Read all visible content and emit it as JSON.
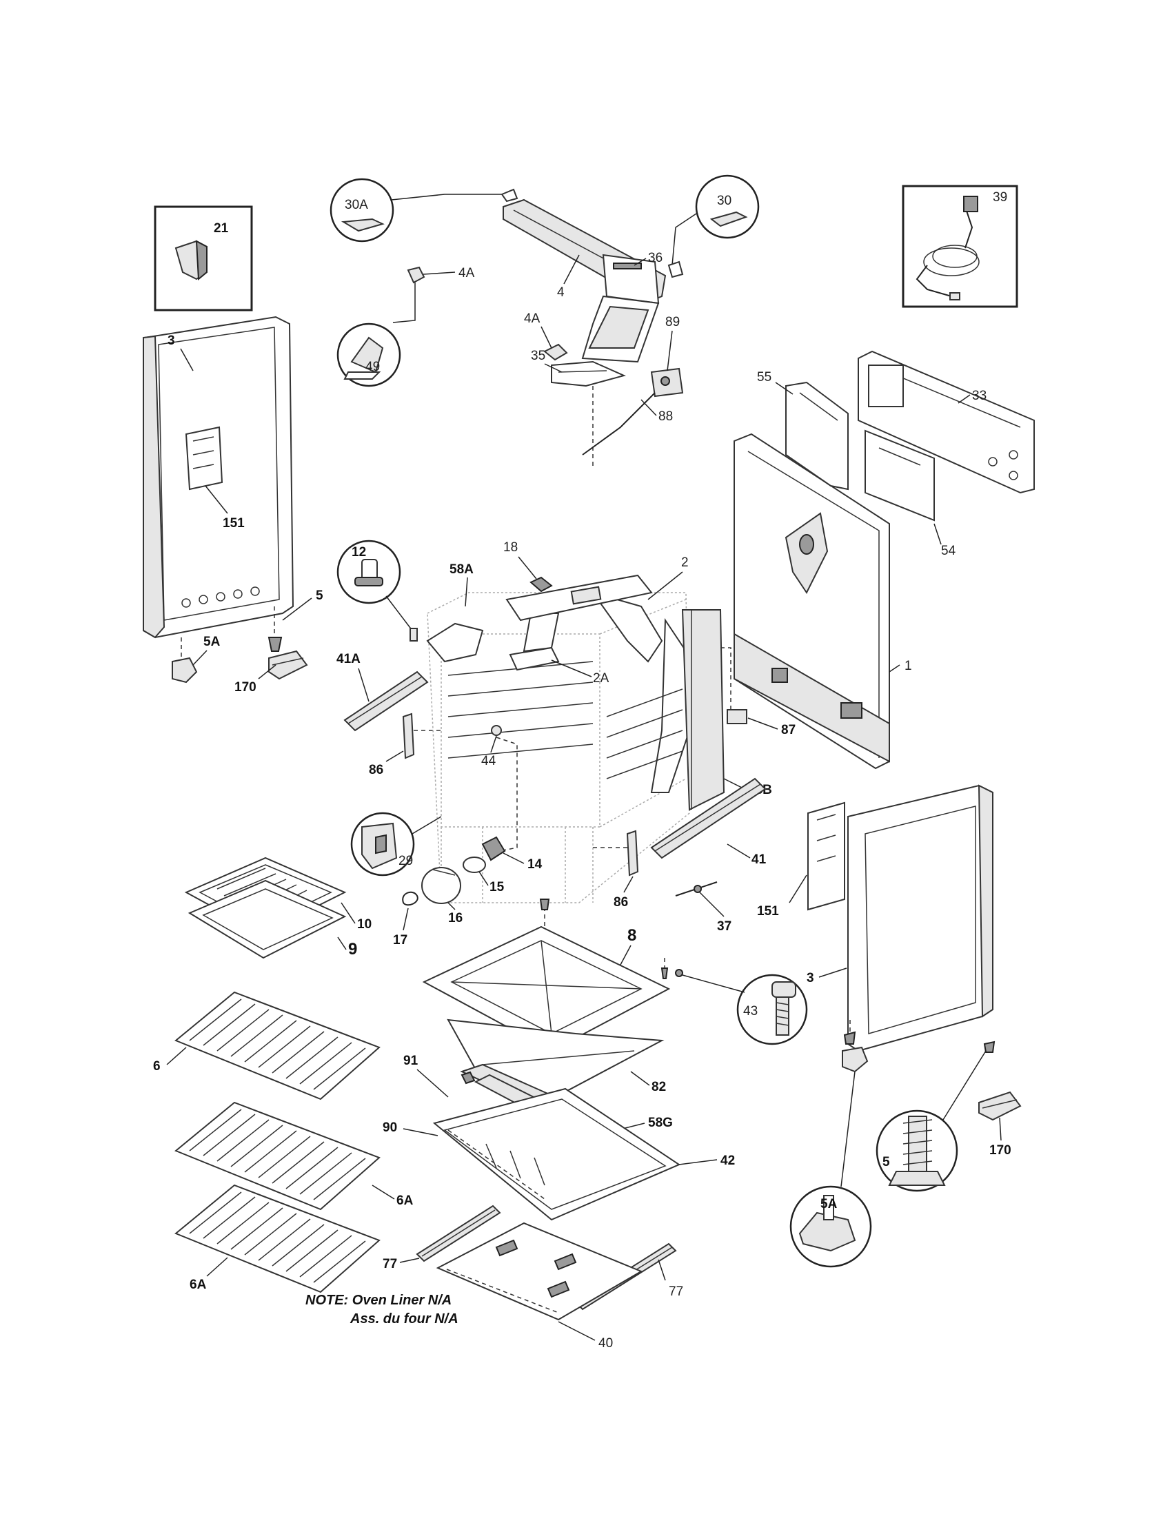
{
  "parts": {
    "p1": "1",
    "p2": "2",
    "p2A": "2A",
    "p3_left": "3",
    "p3_right": "3",
    "p4": "4",
    "p4A_top": "4A",
    "p4A_mid": "4A",
    "p5_left": "5",
    "p5_right": "5",
    "p5A_left": "5A",
    "p5A_right": "5A",
    "p6": "6",
    "p6A_a": "6A",
    "p6A_b": "6A",
    "p8": "8",
    "p9": "9",
    "p10": "10",
    "p12": "12",
    "p14": "14",
    "p15": "15",
    "p16": "16",
    "p17": "17",
    "p18": "18",
    "p21": "21",
    "p29": "29",
    "p30": "30",
    "p30A": "30A",
    "p33": "33",
    "p35": "35",
    "p36": "36",
    "p37": "37",
    "p39": "39",
    "p40": "40",
    "p41": "41",
    "p41A": "41A",
    "p42": "42",
    "p43": "43",
    "p44": "44",
    "p49": "49",
    "p54": "54",
    "p55": "55",
    "p58A": "58A",
    "p58B": "58B",
    "p58G": "58G",
    "p77_a": "77",
    "p77_b": "77",
    "p82": "82",
    "p86_a": "86",
    "p86_b": "86",
    "p87": "87",
    "p88": "88",
    "p89": "89",
    "p90": "90",
    "p91": "91",
    "p151_left": "151",
    "p151_right": "151",
    "p170_left": "170",
    "p170_right": "170"
  },
  "note": {
    "line1": "NOTE: Oven Liner N/A",
    "line2": "Ass. du four N/A"
  }
}
